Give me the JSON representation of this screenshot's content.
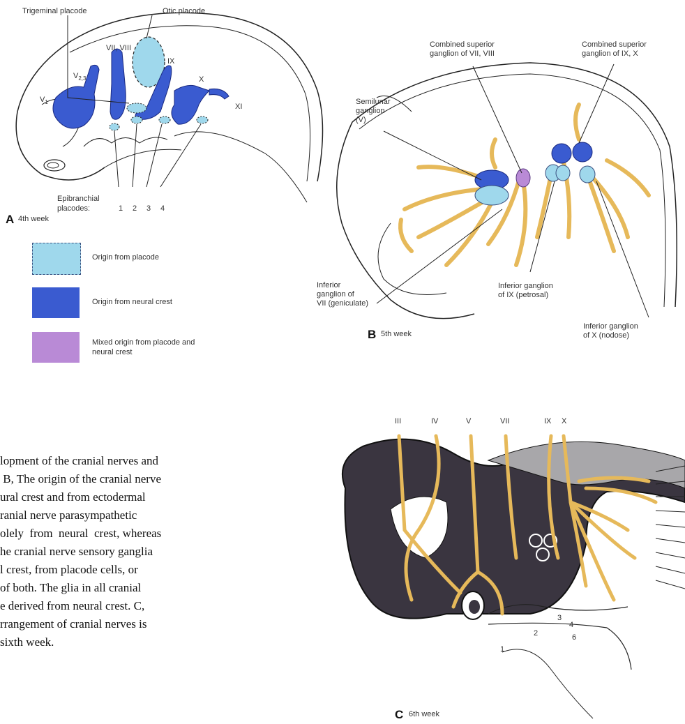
{
  "panelA": {
    "letter": "A",
    "week": "4th week",
    "labels": {
      "trigeminal_placode": "Trigeminal placode",
      "otic_placode": "Otic placode",
      "vii_viii": "VII, VIII",
      "ix": "IX",
      "x": "X",
      "xi": "XI",
      "v1": "V",
      "v1_sub": "1",
      "v23": "V",
      "v23_sub": "2,3",
      "epibranchial": "Epibranchial",
      "placodes": "placodes:",
      "n1": "1",
      "n2": "2",
      "n3": "3",
      "n4": "4"
    }
  },
  "legend": {
    "items": [
      {
        "label": "Origin from placode",
        "color": "#9fd8ec"
      },
      {
        "label": "Origin from neural crest",
        "color": "#3a5bd0"
      },
      {
        "label": "Mixed origin from placode and neural crest",
        "color": "#b98ad6"
      }
    ]
  },
  "panelB": {
    "letter": "B",
    "week": "5th week",
    "labels": {
      "combined_vii_viii_1": "Combined superior",
      "combined_vii_viii_2": "ganglion of VII, VIII",
      "combined_ix_x_1": "Combined superior",
      "combined_ix_x_2": "ganglion of IX, X",
      "semilunar_1": "Semilunar",
      "semilunar_2": "ganglion",
      "semilunar_3": "(V)",
      "inf_vii_1": "Inferior",
      "inf_vii_2": "ganglion of",
      "inf_vii_3": "VII (geniculate)",
      "inf_ix_1": "Inferior ganglion",
      "inf_ix_2": "of IX (petrosal)",
      "inf_x_1": "Inferior ganglion",
      "inf_x_2": "of X (nodose)"
    }
  },
  "panelC": {
    "letter": "C",
    "week": "6th week",
    "nerves": [
      "III",
      "IV",
      "V",
      "VII",
      "IX",
      "X"
    ],
    "arches": [
      "1",
      "2",
      "3",
      "4",
      "6"
    ]
  },
  "caption": "lopment of the cranial nerves and\n B, The origin of the cranial nerve\nural crest and from ectodermal\nranial nerve parasympathetic\nolely  from  neural  crest, whereas\nhe cranial nerve sensory ganglia\nl crest, from placode cells, or\nof both. The glia in all cranial\ne derived from neural crest. C,\nrrangement of cranial nerves is\nsixth week.",
  "colors": {
    "placode": "#9fd8ec",
    "crest": "#3a5bd0",
    "mixed": "#b98ad6",
    "nerve": "#e6b95a",
    "brain": "#3a3540"
  }
}
